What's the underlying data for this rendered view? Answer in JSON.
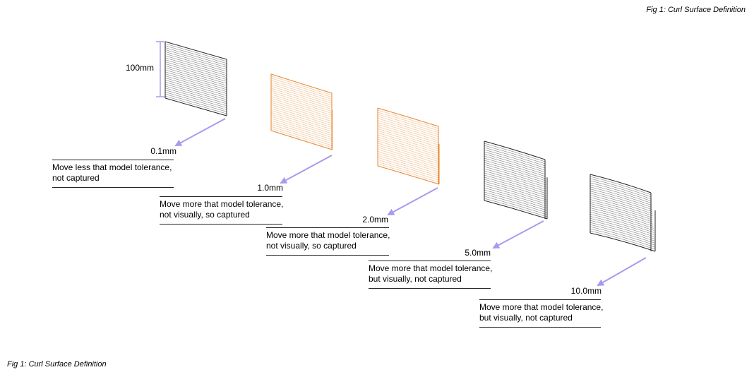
{
  "figure": {
    "title_top": "Fig 1: Curl Surface Definition",
    "title_bottom": "Fig 1: Curl Surface Definition"
  },
  "dimension": {
    "label": "100mm"
  },
  "colors": {
    "captured": "#e8842c",
    "not_captured": "#222222",
    "arrow": "#a99af0"
  },
  "panels": [
    {
      "value": "0.1mm",
      "captured": false,
      "caption": [
        "Move less that model tolerance,",
        "not captured"
      ]
    },
    {
      "value": "1.0mm",
      "captured": true,
      "caption": [
        "Move more that model tolerance,",
        "not visually, so captured"
      ]
    },
    {
      "value": "2.0mm",
      "captured": true,
      "caption": [
        "Move more that model tolerance,",
        "not visually, so captured"
      ]
    },
    {
      "value": "5.0mm",
      "captured": false,
      "caption": [
        "Move more that model tolerance,",
        "but visually, not captured"
      ]
    },
    {
      "value": "10.0mm",
      "captured": false,
      "caption": [
        "Move more that model tolerance,",
        "but visually, not captured"
      ]
    }
  ]
}
